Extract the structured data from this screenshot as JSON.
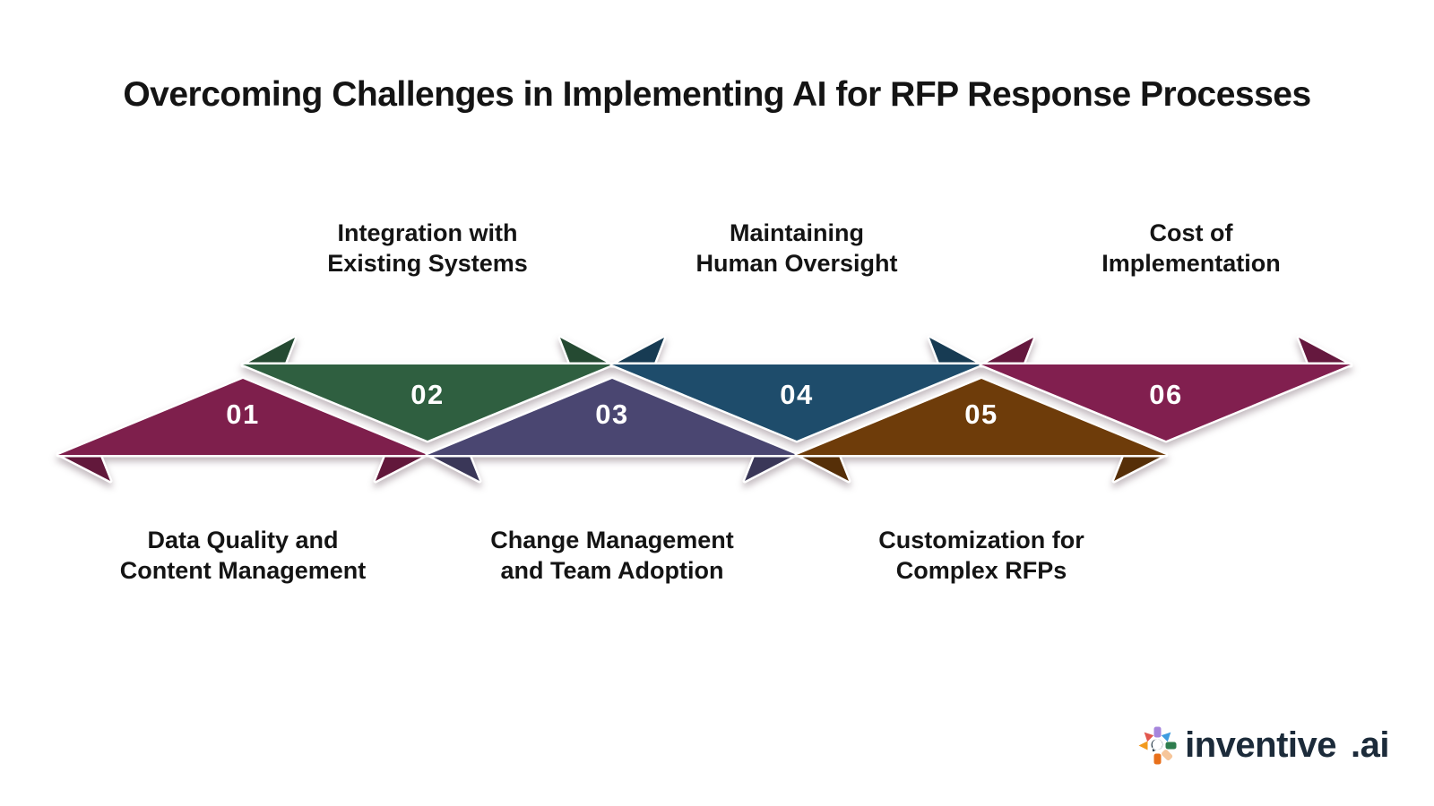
{
  "title": "Overcoming Challenges in Implementing AI for RFP Response Processes",
  "steps": [
    {
      "number": "01",
      "label_line1": "Data Quality and",
      "label_line2": "Content Management",
      "label_position": "bottom",
      "color": "#7e1f4c"
    },
    {
      "number": "02",
      "label_line1": "Integration with",
      "label_line2": "Existing Systems",
      "label_position": "top",
      "color": "#2f5f40"
    },
    {
      "number": "03",
      "label_line1": "Change Management",
      "label_line2": "and Team Adoption",
      "label_position": "bottom",
      "color": "#4a4671"
    },
    {
      "number": "04",
      "label_line1": "Maintaining",
      "label_line2": "Human Oversight",
      "label_position": "top",
      "color": "#1e4c6b"
    },
    {
      "number": "05",
      "label_line1": "Customization for",
      "label_line2": "Complex RFPs",
      "label_position": "bottom",
      "color": "#6e3c0a"
    },
    {
      "number": "06",
      "label_line1": "Cost of",
      "label_line2": "Implementation",
      "label_position": "top",
      "color": "#811f4f"
    }
  ],
  "logo": {
    "brand": "inventive",
    "suffix": ".ai",
    "icon": "starburst-icon",
    "text_color": "#1c2b3a",
    "petal_colors": [
      "#e2574e",
      "#a685dc",
      "#3f9ce0",
      "#2e7d4e",
      "#f6c69b",
      "#e8701b",
      "#f29a1e"
    ],
    "center_color": "#1d3140"
  }
}
